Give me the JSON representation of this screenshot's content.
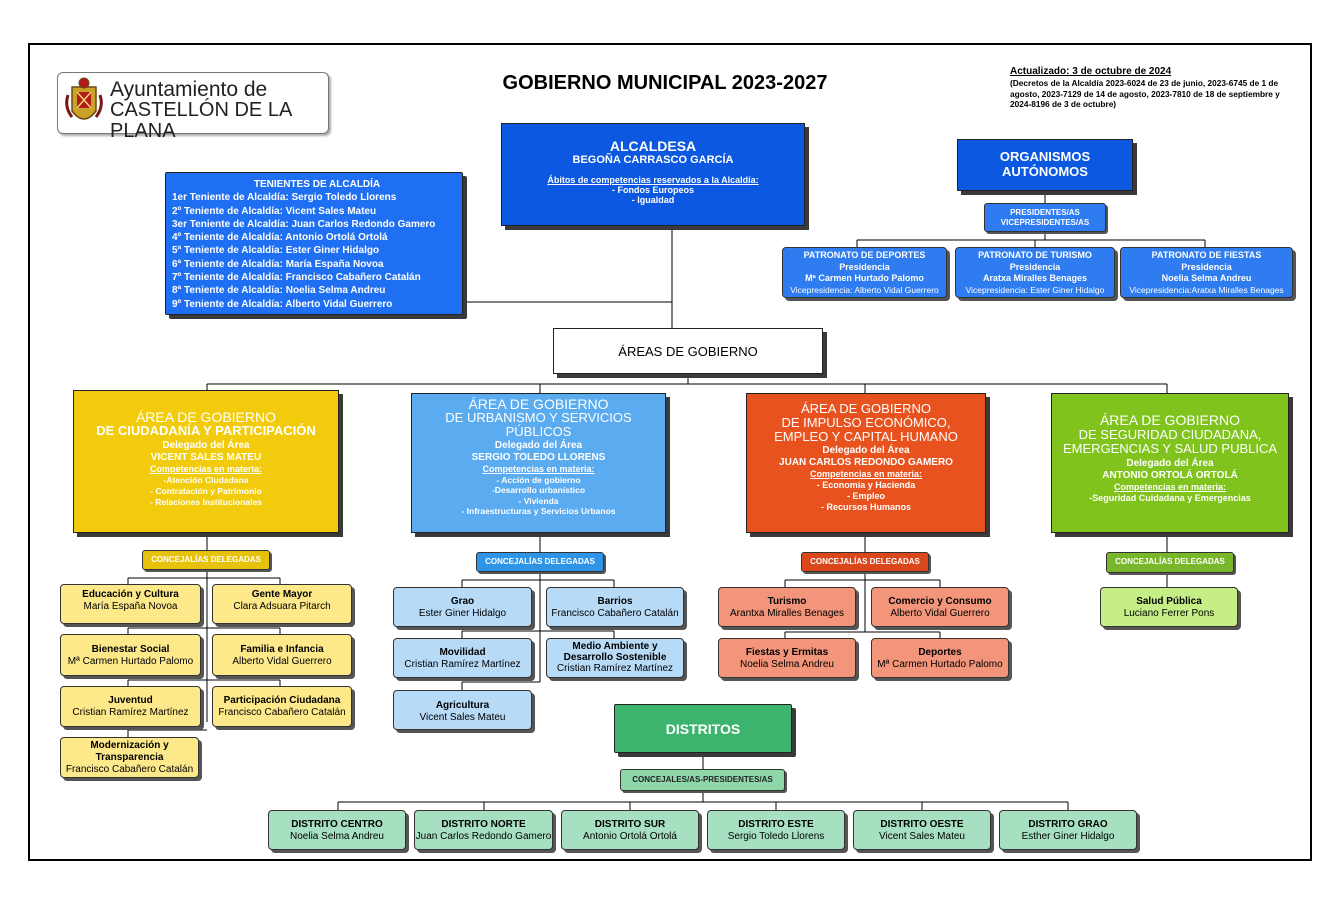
{
  "logo": {
    "line1": "Ayuntamiento de",
    "line2": "CASTELLÓN DE LA PLANA"
  },
  "title": "GOBIERNO MUNICIPAL 2023-2027",
  "updated": {
    "label": "Actualizado: 3 de octubre de 2024",
    "decrees": "(Decretos de la Alcaldía 2023-6024 de 23 de junio, 2023-6745 de 1 de agosto, 2023-7129 de 14 de agosto, 2023-7810 de 18 de septiembre y 2024-8196 de 3 de octubre)"
  },
  "alcaldesa": {
    "title": "ALCALDESA",
    "name": "BEGOÑA CARRASCO GARCÍA",
    "competencias_label": "Ábitos de competencias reservados a la Alcaldía:",
    "items": [
      "- Fondos Europeos",
      "- Igualdad"
    ]
  },
  "tenientes": {
    "title": "TENIENTES DE ALCALDÍA",
    "items": [
      "1er Teniente de Alcaldía: Sergio Toledo Llorens",
      "2º Teniente de Alcaldía: Vicent Sales Mateu",
      "3er Teniente de Alcaldía: Juan Carlos Redondo Gamero",
      "4º Teniente de Alcaldía: Antonio Ortolá Ortolá",
      "5ª Teniente de Alcaldía: Ester Giner Hidalgo",
      "6ª Teniente de Alcaldía: María España Novoa",
      "7º Teniente de Alcaldía: Francisco Cabañero Catalán",
      "8ª Teniente de Alcaldía: Noelia Selma Andreu",
      "9º Teniente de Alcaldía: Alberto Vidal Guerrero"
    ]
  },
  "organismos": {
    "title1": "ORGANISMOS",
    "title2": "AUTÓNOMOS",
    "pres_tag1": "PRESIDENTES/AS",
    "pres_tag2": "VICEPRESIDENTES/AS",
    "items": [
      {
        "name": "PATRONATO DE DEPORTES",
        "role": "Presidencia",
        "person": "Mª Carmen Hurtado Palomo",
        "vice": "Vicepresidencia: Alberto Vidal Guerrero"
      },
      {
        "name": "PATRONATO DE TURISMO",
        "role": "Presidencia",
        "person": "Aratxa Miralles Benages",
        "vice": "Vicepresidencia: Ester Giner Hidalgo"
      },
      {
        "name": "PATRONATO DE FIESTAS",
        "role": "Presidencia",
        "person": "Noelia Selma Andreu",
        "vice": "Vicepresidencia:Aratxa Miralles Benages"
      }
    ]
  },
  "areas_label": "ÁREAS DE GOBIERNO",
  "areas": [
    {
      "title1": "ÁREA DE GOBIERNO",
      "title2": "DE CIUDADANÍA Y PARTICIPACIÓN",
      "title3": "",
      "delegado_label": "Delegado del Área",
      "delegado": "VICENT SALES MATEU",
      "comp_label": "Competencias en materia:",
      "items": [
        "-Atención Ciudadana",
        "- Contratación y Patrimonio",
        "- Relaciones Institucionales",
        ""
      ],
      "tag": "CONCEJALÍAS DELEGADAS",
      "color": "#f2cc0c",
      "tagcolor": "#e6c20a",
      "subcolor": "#fde98a"
    },
    {
      "title1": "ÁREA DE GOBIERNO",
      "title2": "DE URBANISMO Y SERVICIOS",
      "title3": "PÚBLICOS",
      "delegado_label": "Delegado del Área",
      "delegado": "SERGIO TOLEDO LLORENS",
      "comp_label": "Competencias en materia:",
      "items": [
        "- Acción de gobierno",
        "-Desarrollo urbanístico",
        "- Vivienda",
        "- Infraestructuras y Servicios Urbanos"
      ],
      "tag": "CONCEJALÍAS DELEGADAS",
      "color": "#5aabef",
      "tagcolor": "#2e94e8",
      "subcolor": "#b7daf7"
    },
    {
      "title1": "ÁREA DE GOBIERNO",
      "title2": "DE IMPULSO ECONÓMICO,",
      "title3": "EMPLEO Y CAPITAL HUMANO",
      "delegado_label": "Delegado del Área",
      "delegado": "JUAN CARLOS REDONDO GAMERO",
      "comp_label": "Competencias en materia:",
      "items": [
        "- Economía y Hacienda",
        "- Empleo",
        "- Recursos Humanos",
        ""
      ],
      "tag": "CONCEJALÍAS DELEGADAS",
      "color": "#e8521e",
      "tagcolor": "#d9471a",
      "subcolor": "#f2957a"
    },
    {
      "title1": "ÁREA DE GOBIERNO",
      "title2": "DE SEGURIDAD CIUDADANA,",
      "title3": "EMERGENCIAS Y SALUD PUBLICA",
      "delegado_label": "Delegado del Área",
      "delegado": "ANTONIO ORTOLÁ ORTOLÁ",
      "comp_label": "Competencias en materia:",
      "items": [
        "-Seguridad Cuidadana y Emergencias",
        "",
        "",
        ""
      ],
      "tag": "CONCEJALÍAS DELEGADAS",
      "color": "#7fc31c",
      "tagcolor": "#78b62a",
      "subcolor": "#c6ee86"
    }
  ],
  "concejalias": {
    "a1": [
      {
        "name": "Educación y Cultura",
        "person": "María España Novoa"
      },
      {
        "name": "Gente Mayor",
        "person": "Clara Adsuara Pitarch"
      },
      {
        "name": "Bienestar Social",
        "person": "Mª Carmen Hurtado Palomo"
      },
      {
        "name": "Familia e Infancia",
        "person": "Alberto Vidal Guerrero"
      },
      {
        "name": "Juventud",
        "person": "Cristian Ramírez Martínez"
      },
      {
        "name": "Participación Ciudadana",
        "person": "Francisco Cabañero Catalán"
      },
      {
        "name": "Modernización y Transparencia",
        "person": "Francisco Cabañero Catalán"
      }
    ],
    "a2": [
      {
        "name": "Grao",
        "person": "Ester Giner Hidalgo"
      },
      {
        "name": "Barrios",
        "person": "Francisco Cabañero Catalán"
      },
      {
        "name": "Movilidad",
        "person": "Cristian Ramírez Martínez"
      },
      {
        "name": "Medio Ambiente y Desarrollo Sostenible",
        "person": "Cristian Ramírez Martínez"
      },
      {
        "name": "Agricultura",
        "person": "Vicent Sales Mateu"
      }
    ],
    "a3": [
      {
        "name": "Turismo",
        "person": "Arantxa Miralles Benages"
      },
      {
        "name": "Comercio y Consumo",
        "person": "Alberto Vidal Guerrero"
      },
      {
        "name": "Fiestas y Ermitas",
        "person": "Noelia Selma Andreu"
      },
      {
        "name": "Deportes",
        "person": "Mª Carmen Hurtado Palomo"
      }
    ],
    "a4": [
      {
        "name": "Salud Pública",
        "person": "Luciano Ferrer Pons"
      }
    ]
  },
  "distritos": {
    "title": "DISTRITOS",
    "tag": "CONCEJALES/AS-PRESIDENTES/AS",
    "items": [
      {
        "name": "DISTRITO CENTRO",
        "person": "Noelia Selma Andreu"
      },
      {
        "name": "DISTRITO NORTE",
        "person": "Juan Carlos Redondo Gamero"
      },
      {
        "name": "DISTRITO SUR",
        "person": "Antonio Ortolá Ortolá"
      },
      {
        "name": "DISTRITO ESTE",
        "person": "Sergio Toledo Llorens"
      },
      {
        "name": "DISTRITO OESTE",
        "person": "Vicent Sales Mateu"
      },
      {
        "name": "DISTRITO GRAO",
        "person": "Esther Giner Hidalgo"
      }
    ]
  }
}
